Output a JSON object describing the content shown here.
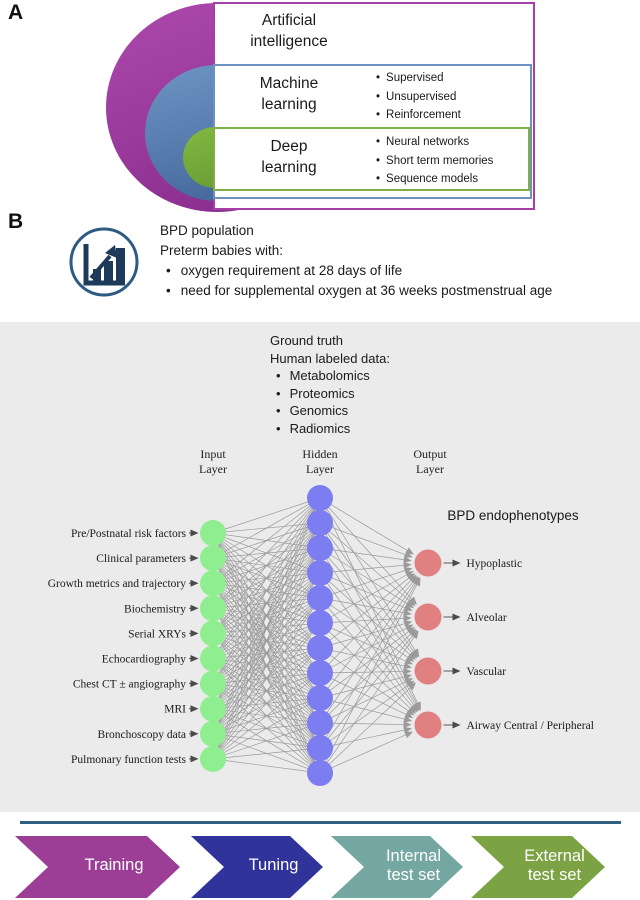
{
  "panel_a": {
    "label": "A",
    "rings": [
      {
        "id": "artificial-intelligence",
        "title": "Artificial\nintelligence",
        "border": "#a640a6",
        "bullets": []
      },
      {
        "id": "machine-learning",
        "title": "Machine\nlearning",
        "border": "#6c92c4",
        "bullets": [
          "Supervised",
          "Unsupervised",
          "Reinforcement"
        ]
      },
      {
        "id": "deep-learning",
        "title": "Deep\nlearning",
        "border": "#7faf45",
        "bullets": [
          "Neural networks",
          "Short term memories",
          "Sequence models"
        ]
      }
    ]
  },
  "panel_b": {
    "label": "B",
    "icon": "growth-bar-chart-icon",
    "icon_color": "#1e3a5a",
    "icon_ring_color": "#2d5b84",
    "title": "BPD population",
    "subtitle": "Preterm babies with:",
    "bullets": [
      "oxygen requirement at 28 days of life",
      "need for supplemental oxygen at 36 weeks postmenstrual age"
    ]
  },
  "network": {
    "ground_truth": {
      "title": "Ground truth",
      "subtitle": "Human labeled data:",
      "bullets": [
        "Metabolomics",
        "Proteomics",
        "Genomics",
        "Radiomics"
      ]
    },
    "layer_headers": {
      "input": "Input\nLayer",
      "hidden": "Hidden\nLayer",
      "output": "Output\nLayer"
    },
    "output_title": "BPD endophenotypes",
    "input_labels": [
      "Pre/Postnatal risk factors",
      "Clinical parameters",
      "Growth metrics and trajectory",
      "Biochemistry",
      "Serial XRYs",
      "Echocardiography",
      "Chest CT ± angiography",
      "MRI",
      "Bronchoscopy data",
      "Pulmonary function tests"
    ],
    "hidden_count": 12,
    "output_labels": [
      "Hypoplastic",
      "Alveolar",
      "Vascular",
      "Airway Central / Peripheral"
    ],
    "colors": {
      "input_node": "#8fee8f",
      "hidden_node": "#7d7df2",
      "output_node": "#e08080",
      "edge": "#9a9a9a",
      "label_arrow": "#4a4a4a",
      "background": "#ebebeb"
    }
  },
  "pipeline": {
    "separator_color": "#30607f",
    "steps": [
      {
        "label": "Training",
        "color": "#9c3d96"
      },
      {
        "label": "Tuning",
        "color": "#303399"
      },
      {
        "label": "Internal\ntest set",
        "color": "#74a7a2"
      },
      {
        "label": "External\ntest set",
        "color": "#7ba343"
      }
    ]
  }
}
